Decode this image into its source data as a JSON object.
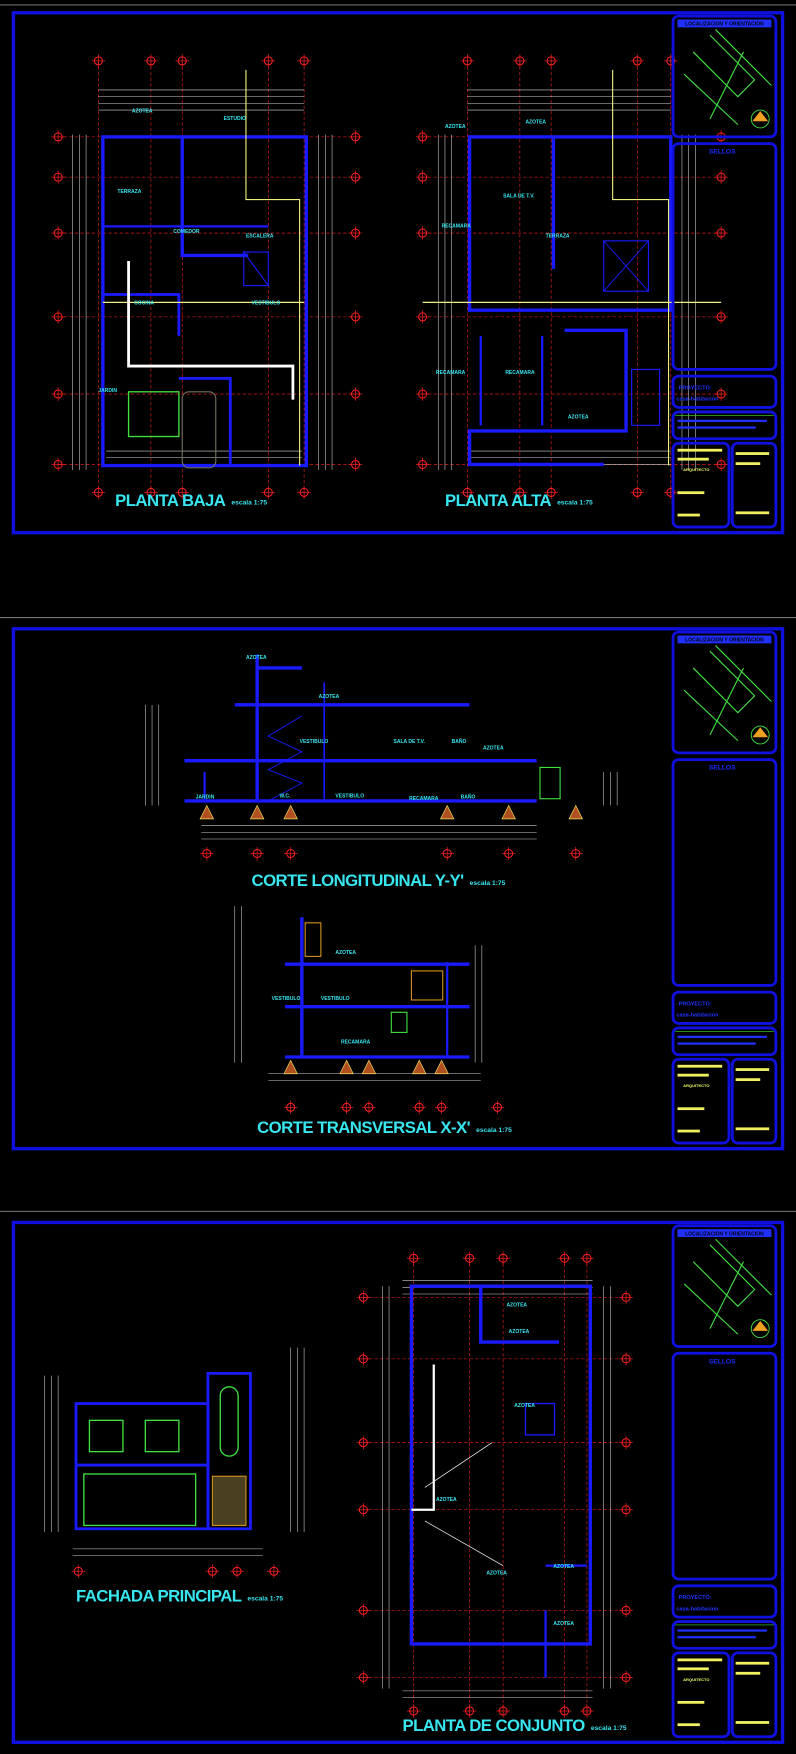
{
  "colors": {
    "background": "#000000",
    "frame": "#1010e0",
    "walls": "#1a1aff",
    "grid_axis": "#ff2020",
    "labels": "#38e6f0",
    "dimensions": "#d0d0d0",
    "site_plan": "#40e040",
    "highlight": "#f0f060"
  },
  "title_block": {
    "location_heading": "LOCALIZACION Y ORIENTACION",
    "stamps_heading": "SELLOS",
    "project_label": "PROYECTO:",
    "project_name": "casa-habitacion",
    "role": "ARQUITECTO",
    "compass_icon": "north-arrow-icon"
  },
  "sheets": [
    {
      "drawings": [
        {
          "title": "PLANTA BAJA",
          "scale": "escala 1:75",
          "rooms": [
            "AZOTEA",
            "ESTUDIO",
            "TERRAZA",
            "COMEDOR",
            "COCINA",
            "VESTIBULO",
            "JARDIN",
            "ESCALERA"
          ]
        },
        {
          "title": "PLANTA ALTA",
          "scale": "escala 1:75",
          "rooms": [
            "AZOTEA",
            "AZOTEA",
            "RECAMARA",
            "SALA DE T.V.",
            "TERRAZA",
            "RECAMARA",
            "RECAMARA",
            "AZOTEA"
          ]
        }
      ]
    },
    {
      "drawings": [
        {
          "title": "CORTE LONGITUDINAL Y-Y'",
          "scale": "escala 1:75",
          "rooms": [
            "AZOTEA",
            "AZOTEA",
            "VESTIBULO",
            "SALA DE T.V.",
            "BAÑO",
            "AZOTEA",
            "JARDIN",
            "W.C.",
            "VESTIBULO",
            "RECAMARA",
            "BAÑO"
          ]
        },
        {
          "title": "CORTE TRANSVERSAL X-X'",
          "scale": "escala 1:75",
          "rooms": [
            "AZOTEA",
            "VESTIBULO",
            "VESTIBULO",
            "RECAMARA"
          ]
        }
      ]
    },
    {
      "drawings": [
        {
          "title": "FACHADA PRINCIPAL",
          "scale": "escala 1:75",
          "rooms": []
        },
        {
          "title": "PLANTA DE CONJUNTO",
          "scale": "escala 1:75",
          "rooms": [
            "AZOTEA",
            "AZOTEA",
            "AZOTEA",
            "AZOTEA",
            "AZOTEA",
            "AZOTEA",
            "AZOTEA"
          ]
        }
      ]
    }
  ]
}
